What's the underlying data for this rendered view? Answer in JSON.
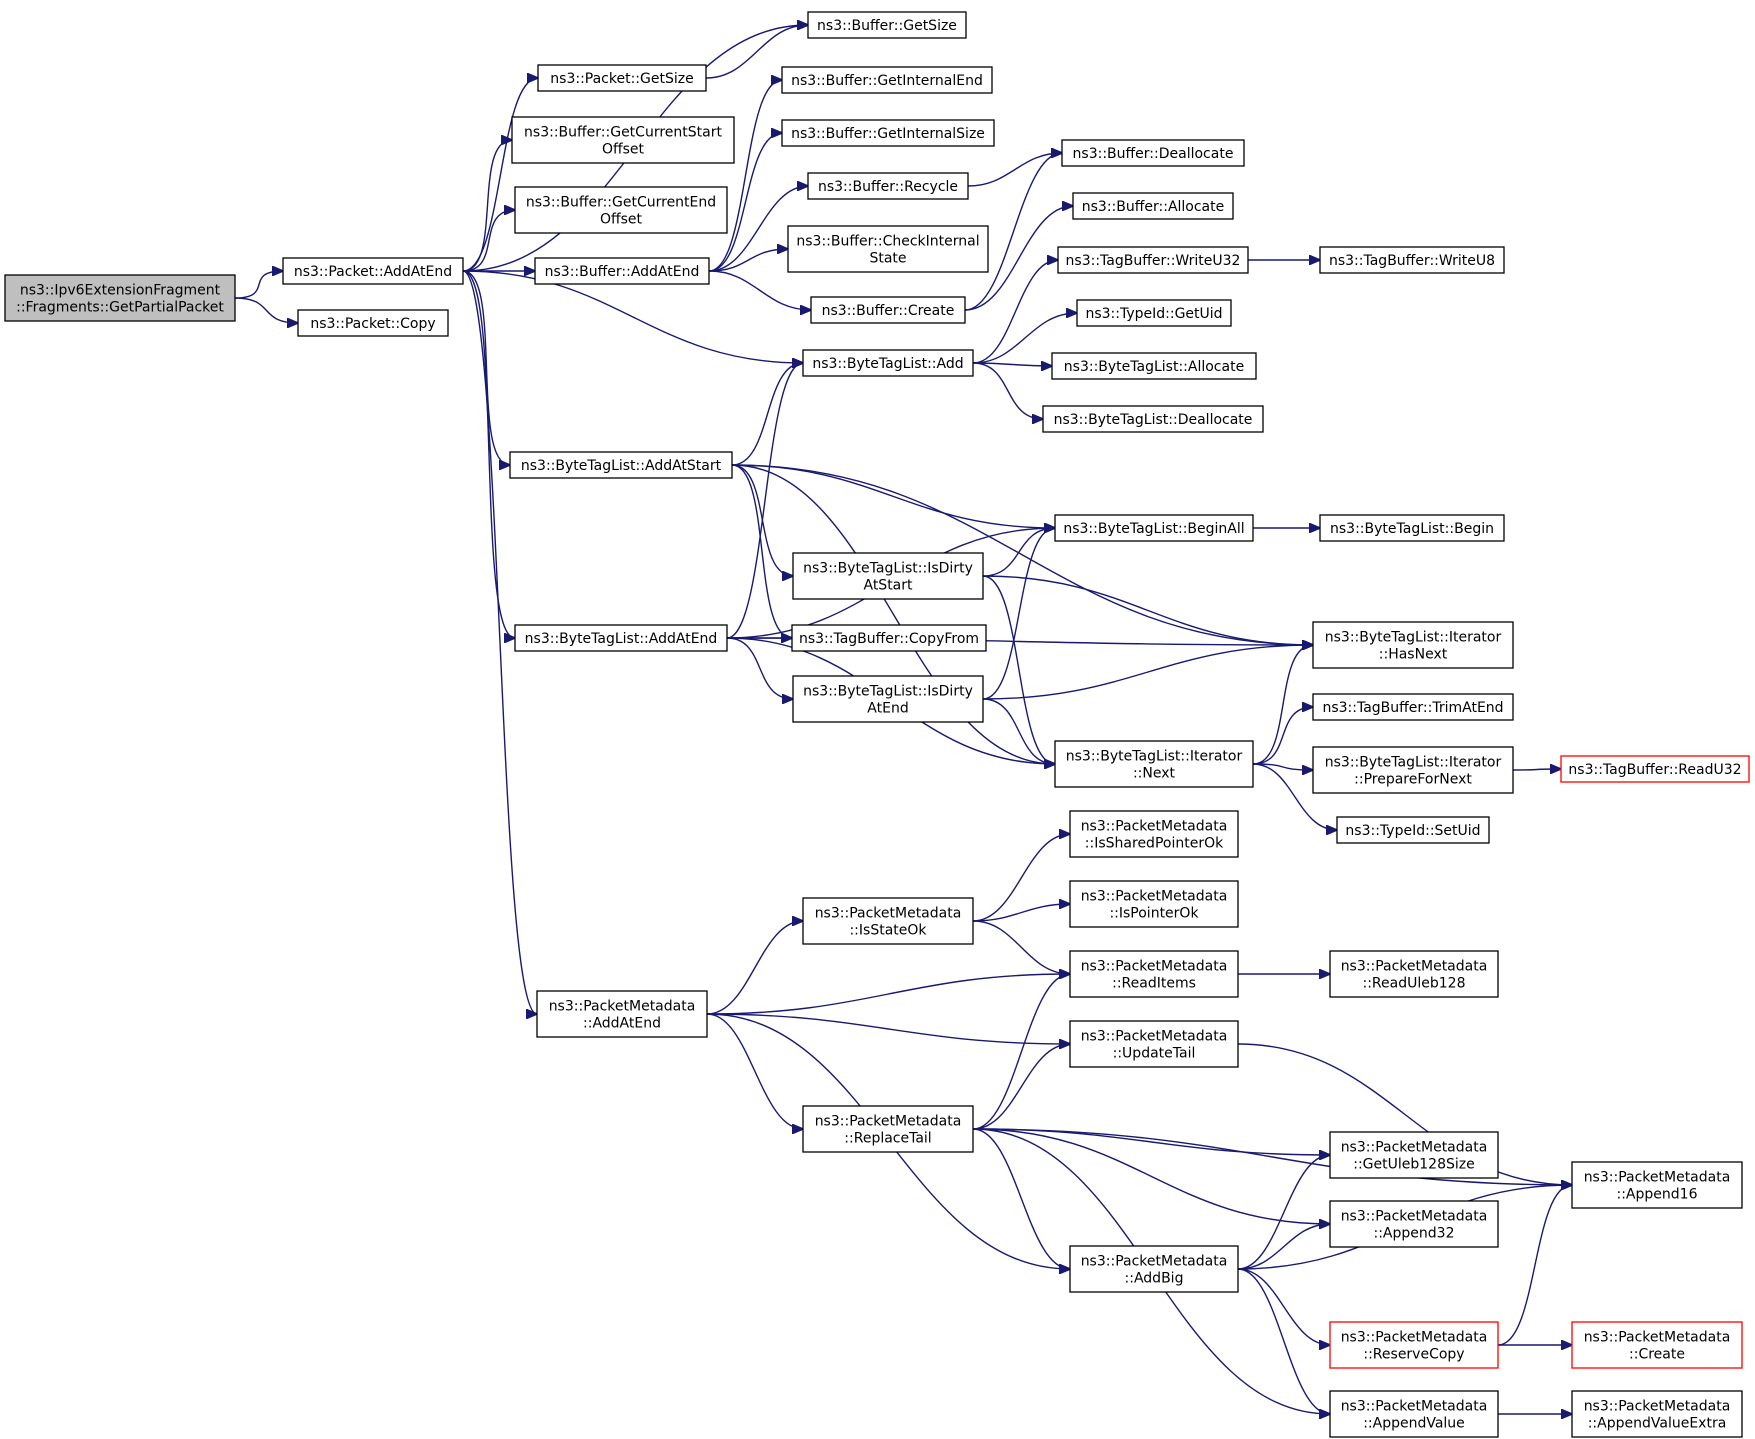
{
  "colors": {
    "edge": "#191970",
    "box": "#000000",
    "truncated": "#ff0000",
    "root_fill": "#bfbfbf"
  },
  "nodes": [
    {
      "id": "root",
      "lines": [
        "ns3::Ipv6ExtensionFragment",
        "::Fragments::GetPartialPacket"
      ],
      "root": true
    },
    {
      "id": "pkt_addatend",
      "lines": [
        "ns3::Packet::AddAtEnd"
      ]
    },
    {
      "id": "pkt_copy",
      "lines": [
        "ns3::Packet::Copy"
      ]
    },
    {
      "id": "buf_getsize",
      "lines": [
        "ns3::Buffer::GetSize"
      ]
    },
    {
      "id": "pkt_getsize",
      "lines": [
        "ns3::Packet::GetSize"
      ]
    },
    {
      "id": "buf_curstart",
      "lines": [
        "ns3::Buffer::GetCurrentStart",
        "Offset"
      ]
    },
    {
      "id": "buf_curend",
      "lines": [
        "ns3::Buffer::GetCurrentEnd",
        "Offset"
      ]
    },
    {
      "id": "buf_addatend",
      "lines": [
        "ns3::Buffer::AddAtEnd"
      ]
    },
    {
      "id": "buf_intend",
      "lines": [
        "ns3::Buffer::GetInternalEnd"
      ]
    },
    {
      "id": "buf_intsize",
      "lines": [
        "ns3::Buffer::GetInternalSize"
      ]
    },
    {
      "id": "buf_recycle",
      "lines": [
        "ns3::Buffer::Recycle"
      ]
    },
    {
      "id": "buf_checkstate",
      "lines": [
        "ns3::Buffer::CheckInternal",
        "State"
      ]
    },
    {
      "id": "buf_create",
      "lines": [
        "ns3::Buffer::Create"
      ]
    },
    {
      "id": "buf_dealloc",
      "lines": [
        "ns3::Buffer::Deallocate"
      ]
    },
    {
      "id": "buf_alloc",
      "lines": [
        "ns3::Buffer::Allocate"
      ]
    },
    {
      "id": "tb_writeu32",
      "lines": [
        "ns3::TagBuffer::WriteU32"
      ]
    },
    {
      "id": "tb_writeu8",
      "lines": [
        "ns3::TagBuffer::WriteU8"
      ]
    },
    {
      "id": "tid_getuid",
      "lines": [
        "ns3::TypeId::GetUid"
      ]
    },
    {
      "id": "btl_add",
      "lines": [
        "ns3::ByteTagList::Add"
      ]
    },
    {
      "id": "btl_alloc",
      "lines": [
        "ns3::ByteTagList::Allocate"
      ]
    },
    {
      "id": "btl_dealloc",
      "lines": [
        "ns3::ByteTagList::Deallocate"
      ]
    },
    {
      "id": "btl_addatstart",
      "lines": [
        "ns3::ByteTagList::AddAtStart"
      ]
    },
    {
      "id": "btl_beginall",
      "lines": [
        "ns3::ByteTagList::BeginAll"
      ]
    },
    {
      "id": "btl_begin",
      "lines": [
        "ns3::ByteTagList::Begin"
      ]
    },
    {
      "id": "btl_isdirtystart",
      "lines": [
        "ns3::ByteTagList::IsDirty",
        "AtStart"
      ]
    },
    {
      "id": "btl_hasnext",
      "lines": [
        "ns3::ByteTagList::Iterator",
        "::HasNext"
      ]
    },
    {
      "id": "btl_addatend",
      "lines": [
        "ns3::ByteTagList::AddAtEnd"
      ]
    },
    {
      "id": "tb_copyfrom",
      "lines": [
        "ns3::TagBuffer::CopyFrom"
      ]
    },
    {
      "id": "btl_isdirtyend",
      "lines": [
        "ns3::ByteTagList::IsDirty",
        "AtEnd"
      ]
    },
    {
      "id": "tb_trimatend",
      "lines": [
        "ns3::TagBuffer::TrimAtEnd"
      ]
    },
    {
      "id": "btl_next",
      "lines": [
        "ns3::ByteTagList::Iterator",
        "::Next"
      ]
    },
    {
      "id": "btl_preparenext",
      "lines": [
        "ns3::ByteTagList::Iterator",
        "::PrepareForNext"
      ]
    },
    {
      "id": "tb_readu32",
      "lines": [
        "ns3::TagBuffer::ReadU32"
      ],
      "truncated": true
    },
    {
      "id": "tid_setuid",
      "lines": [
        "ns3::TypeId::SetUid"
      ]
    },
    {
      "id": "pm_issharedptr",
      "lines": [
        "ns3::PacketMetadata",
        "::IsSharedPointerOk"
      ]
    },
    {
      "id": "pm_isstateok",
      "lines": [
        "ns3::PacketMetadata",
        "::IsStateOk"
      ]
    },
    {
      "id": "pm_isptrok",
      "lines": [
        "ns3::PacketMetadata",
        "::IsPointerOk"
      ]
    },
    {
      "id": "pm_readitems",
      "lines": [
        "ns3::PacketMetadata",
        "::ReadItems"
      ]
    },
    {
      "id": "pm_readuleb",
      "lines": [
        "ns3::PacketMetadata",
        "::ReadUleb128"
      ]
    },
    {
      "id": "pm_addatend",
      "lines": [
        "ns3::PacketMetadata",
        "::AddAtEnd"
      ]
    },
    {
      "id": "pm_updatetail",
      "lines": [
        "ns3::PacketMetadata",
        "::UpdateTail"
      ]
    },
    {
      "id": "pm_replacetail",
      "lines": [
        "ns3::PacketMetadata",
        "::ReplaceTail"
      ]
    },
    {
      "id": "pm_getuleb",
      "lines": [
        "ns3::PacketMetadata",
        "::GetUleb128Size"
      ]
    },
    {
      "id": "pm_append16",
      "lines": [
        "ns3::PacketMetadata",
        "::Append16"
      ]
    },
    {
      "id": "pm_append32",
      "lines": [
        "ns3::PacketMetadata",
        "::Append32"
      ]
    },
    {
      "id": "pm_addbig",
      "lines": [
        "ns3::PacketMetadata",
        "::AddBig"
      ]
    },
    {
      "id": "pm_reservecopy",
      "lines": [
        "ns3::PacketMetadata",
        "::ReserveCopy"
      ],
      "truncated": true
    },
    {
      "id": "pm_create",
      "lines": [
        "ns3::PacketMetadata",
        "::Create"
      ],
      "truncated": true
    },
    {
      "id": "pm_appendvalue",
      "lines": [
        "ns3::PacketMetadata",
        "::AppendValue"
      ]
    },
    {
      "id": "pm_appendvalueextra",
      "lines": [
        "ns3::PacketMetadata",
        "::AppendValueExtra"
      ]
    }
  ],
  "edges": [
    [
      "root",
      "pkt_addatend"
    ],
    [
      "root",
      "pkt_copy"
    ],
    [
      "pkt_addatend",
      "buf_getsize"
    ],
    [
      "pkt_addatend",
      "pkt_getsize"
    ],
    [
      "pkt_addatend",
      "buf_curstart"
    ],
    [
      "pkt_addatend",
      "buf_curend"
    ],
    [
      "pkt_addatend",
      "buf_addatend"
    ],
    [
      "pkt_addatend",
      "btl_add"
    ],
    [
      "pkt_addatend",
      "btl_addatstart"
    ],
    [
      "pkt_addatend",
      "btl_addatend"
    ],
    [
      "pkt_addatend",
      "pm_addatend"
    ],
    [
      "pkt_getsize",
      "buf_getsize"
    ],
    [
      "buf_addatend",
      "buf_intend"
    ],
    [
      "buf_addatend",
      "buf_intsize"
    ],
    [
      "buf_addatend",
      "buf_recycle"
    ],
    [
      "buf_addatend",
      "buf_checkstate"
    ],
    [
      "buf_addatend",
      "buf_create"
    ],
    [
      "buf_recycle",
      "buf_dealloc"
    ],
    [
      "buf_create",
      "buf_dealloc"
    ],
    [
      "buf_create",
      "buf_alloc"
    ],
    [
      "btl_add",
      "tb_writeu32"
    ],
    [
      "btl_add",
      "tid_getuid"
    ],
    [
      "btl_add",
      "btl_alloc"
    ],
    [
      "btl_add",
      "btl_dealloc"
    ],
    [
      "tb_writeu32",
      "tb_writeu8"
    ],
    [
      "btl_addatstart",
      "btl_add"
    ],
    [
      "btl_addatstart",
      "btl_beginall"
    ],
    [
      "btl_addatstart",
      "btl_isdirtystart"
    ],
    [
      "btl_addatstart",
      "tb_copyfrom"
    ],
    [
      "btl_addatstart",
      "btl_hasnext"
    ],
    [
      "btl_addatstart",
      "btl_next"
    ],
    [
      "btl_beginall",
      "btl_begin"
    ],
    [
      "btl_isdirtystart",
      "btl_beginall"
    ],
    [
      "btl_isdirtystart",
      "btl_hasnext"
    ],
    [
      "btl_isdirtystart",
      "btl_next"
    ],
    [
      "btl_addatend",
      "btl_add"
    ],
    [
      "btl_addatend",
      "btl_beginall"
    ],
    [
      "btl_addatend",
      "tb_copyfrom"
    ],
    [
      "btl_addatend",
      "btl_isdirtyend"
    ],
    [
      "btl_addatend",
      "btl_hasnext"
    ],
    [
      "btl_addatend",
      "btl_next"
    ],
    [
      "btl_isdirtyend",
      "btl_beginall"
    ],
    [
      "btl_isdirtyend",
      "btl_hasnext"
    ],
    [
      "btl_isdirtyend",
      "btl_next"
    ],
    [
      "btl_next",
      "btl_hasnext"
    ],
    [
      "btl_next",
      "tb_trimatend"
    ],
    [
      "btl_next",
      "btl_preparenext"
    ],
    [
      "btl_next",
      "tid_setuid"
    ],
    [
      "btl_preparenext",
      "tb_readu32"
    ],
    [
      "pm_addatend",
      "pm_isstateok"
    ],
    [
      "pm_addatend",
      "pm_readitems"
    ],
    [
      "pm_addatend",
      "pm_updatetail"
    ],
    [
      "pm_addatend",
      "pm_replacetail"
    ],
    [
      "pm_addatend",
      "pm_addbig"
    ],
    [
      "pm_isstateok",
      "pm_issharedptr"
    ],
    [
      "pm_isstateok",
      "pm_isptrok"
    ],
    [
      "pm_isstateok",
      "pm_readitems"
    ],
    [
      "pm_readitems",
      "pm_readuleb"
    ],
    [
      "pm_updatetail",
      "pm_append16"
    ],
    [
      "pm_replacetail",
      "pm_readitems"
    ],
    [
      "pm_replacetail",
      "pm_updatetail"
    ],
    [
      "pm_replacetail",
      "pm_append16"
    ],
    [
      "pm_replacetail",
      "pm_getuleb"
    ],
    [
      "pm_replacetail",
      "pm_append32"
    ],
    [
      "pm_replacetail",
      "pm_addbig"
    ],
    [
      "pm_replacetail",
      "pm_appendvalue"
    ],
    [
      "pm_addbig",
      "pm_getuleb"
    ],
    [
      "pm_addbig",
      "pm_append32"
    ],
    [
      "pm_addbig",
      "pm_append16"
    ],
    [
      "pm_addbig",
      "pm_reservecopy"
    ],
    [
      "pm_addbig",
      "pm_appendvalue"
    ],
    [
      "pm_reservecopy",
      "pm_append16"
    ],
    [
      "pm_reservecopy",
      "pm_create"
    ],
    [
      "pm_appendvalue",
      "pm_appendvalueextra"
    ]
  ]
}
